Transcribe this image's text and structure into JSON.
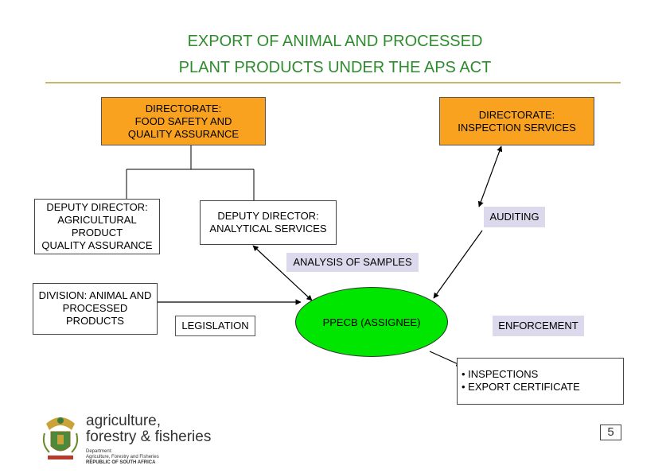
{
  "title": {
    "line1": "EXPORT OF ANIMAL AND PROCESSED",
    "line2": "PLANT PRODUCTS UNDER THE APS ACT"
  },
  "boxes": {
    "fsqa": [
      "DIRECTORATE:",
      "FOOD SAFETY AND",
      "QUALITY ASSURANCE"
    ],
    "inspection": [
      "DIRECTORATE:",
      "INSPECTION SERVICES"
    ],
    "dd_agri": [
      "DEPUTY DIRECTOR:",
      "AGRICULTURAL",
      "PRODUCT",
      "QUALITY ASSURANCE"
    ],
    "dd_analytical": [
      "DEPUTY DIRECTOR:",
      "ANALYTICAL SERVICES"
    ],
    "division": [
      "DIVISION: ANIMAL AND",
      "PROCESSED",
      "PRODUCTS"
    ]
  },
  "labels": {
    "auditing": "AUDITING",
    "analysis": "ANALYSIS OF SAMPLES",
    "legislation": "LEGISLATION",
    "ppecb": "PPECB (ASSIGNEE)",
    "enforcement": "ENFORCEMENT"
  },
  "bullets": [
    "• INSPECTIONS",
    "• EXPORT CERTIFICATE"
  ],
  "logo": {
    "line1": "agriculture,",
    "line2": "forestry & fisheries",
    "small1": "Department:",
    "small2": "Agriculture, Forestry and Fisheries",
    "small3": "REPUBLIC OF SOUTH AFRICA"
  },
  "page_number": "5",
  "colors": {
    "title": "#2e8b2e",
    "orange_box": "#f9a21f",
    "ppecb_ellipse": "#00e600",
    "label_bg": "#dcd9ec",
    "rule": "#c8b66a"
  }
}
